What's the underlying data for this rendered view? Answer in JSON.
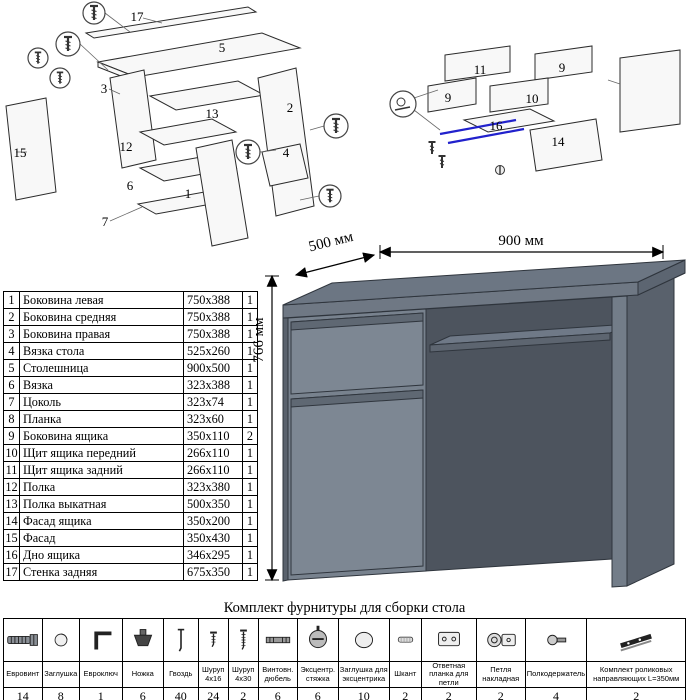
{
  "diagrams": {
    "left": {
      "labels": {
        "n17": "17",
        "n5": "5",
        "n3": "3",
        "n13": "13",
        "n12": "12",
        "n6": "6",
        "n7": "7",
        "n15": "15",
        "n1": "1",
        "n4": "4",
        "n2": "2"
      }
    },
    "right": {
      "labels": {
        "n11": "11",
        "n9a": "9",
        "n9b": "9",
        "n10": "10",
        "n16": "16",
        "n14": "14"
      }
    }
  },
  "desk": {
    "dim_width": "900 мм",
    "dim_depth": "500 мм",
    "dim_height": "766 мм"
  },
  "parts_table": {
    "rows": [
      {
        "num": "1",
        "name": "Боковина левая",
        "size": "750x388",
        "qty": "1"
      },
      {
        "num": "2",
        "name": "Боковина средняя",
        "size": "750x388",
        "qty": "1"
      },
      {
        "num": "3",
        "name": "Боковина правая",
        "size": "750x388",
        "qty": "1"
      },
      {
        "num": "4",
        "name": "Вязка стола",
        "size": "525x260",
        "qty": "1"
      },
      {
        "num": "5",
        "name": "Столешница",
        "size": "900x500",
        "qty": "1"
      },
      {
        "num": "6",
        "name": "Вязка",
        "size": "323x388",
        "qty": "1"
      },
      {
        "num": "7",
        "name": "Цоколь",
        "size": "323x74",
        "qty": "1"
      },
      {
        "num": "8",
        "name": "Планка",
        "size": "323x60",
        "qty": "1"
      },
      {
        "num": "9",
        "name": "Боковина ящика",
        "size": "350x110",
        "qty": "2"
      },
      {
        "num": "10",
        "name": "Щит ящика передний",
        "size": "266x110",
        "qty": "1"
      },
      {
        "num": "11",
        "name": "Щит ящика задний",
        "size": "266x110",
        "qty": "1"
      },
      {
        "num": "12",
        "name": "Полка",
        "size": "323x380",
        "qty": "1"
      },
      {
        "num": "13",
        "name": "Полка выкатная",
        "size": "500x350",
        "qty": "1"
      },
      {
        "num": "14",
        "name": "Фасад ящика",
        "size": "350x200",
        "qty": "1"
      },
      {
        "num": "15",
        "name": "Фасад",
        "size": "350x430",
        "qty": "1"
      },
      {
        "num": "16",
        "name": "Дно ящика",
        "size": "346x295",
        "qty": "1"
      },
      {
        "num": "17",
        "name": "Стенка задняя",
        "size": "675x350",
        "qty": "1"
      }
    ]
  },
  "hardware": {
    "title": "Комплект фурнитуры для сборки стола",
    "items": [
      {
        "name": "Евровинт",
        "qty": "14",
        "icon": "eurovint"
      },
      {
        "name": "Заглушка",
        "qty": "8",
        "icon": "cap"
      },
      {
        "name": "Евроключ",
        "qty": "1",
        "icon": "hexkey"
      },
      {
        "name": "Ножка",
        "qty": "6",
        "icon": "foot"
      },
      {
        "name": "Гвоздь",
        "qty": "40",
        "icon": "nail"
      },
      {
        "name": "Шуруп 4x16",
        "qty": "24",
        "icon": "screw-short"
      },
      {
        "name": "Шуруп 4x30",
        "qty": "2",
        "icon": "screw-long"
      },
      {
        "name": "Винтовн. дюбель",
        "qty": "6",
        "icon": "dowel-bolt"
      },
      {
        "name": "Эксцентр. стяжка",
        "qty": "6",
        "icon": "cam-lock"
      },
      {
        "name": "Заглушка для эксцентрика",
        "qty": "10",
        "icon": "cam-cap"
      },
      {
        "name": "Шкант",
        "qty": "2",
        "icon": "wood-dowel"
      },
      {
        "name": "Ответная планка для петли",
        "qty": "2",
        "icon": "hinge-plate"
      },
      {
        "name": "Петля накладная",
        "qty": "2",
        "icon": "hinge"
      },
      {
        "name": "Полкодержатель",
        "qty": "4",
        "icon": "shelf-pin"
      },
      {
        "name": "Комплект роликовых направляющих L=350мм",
        "qty": "2",
        "icon": "drawer-slide"
      }
    ]
  }
}
